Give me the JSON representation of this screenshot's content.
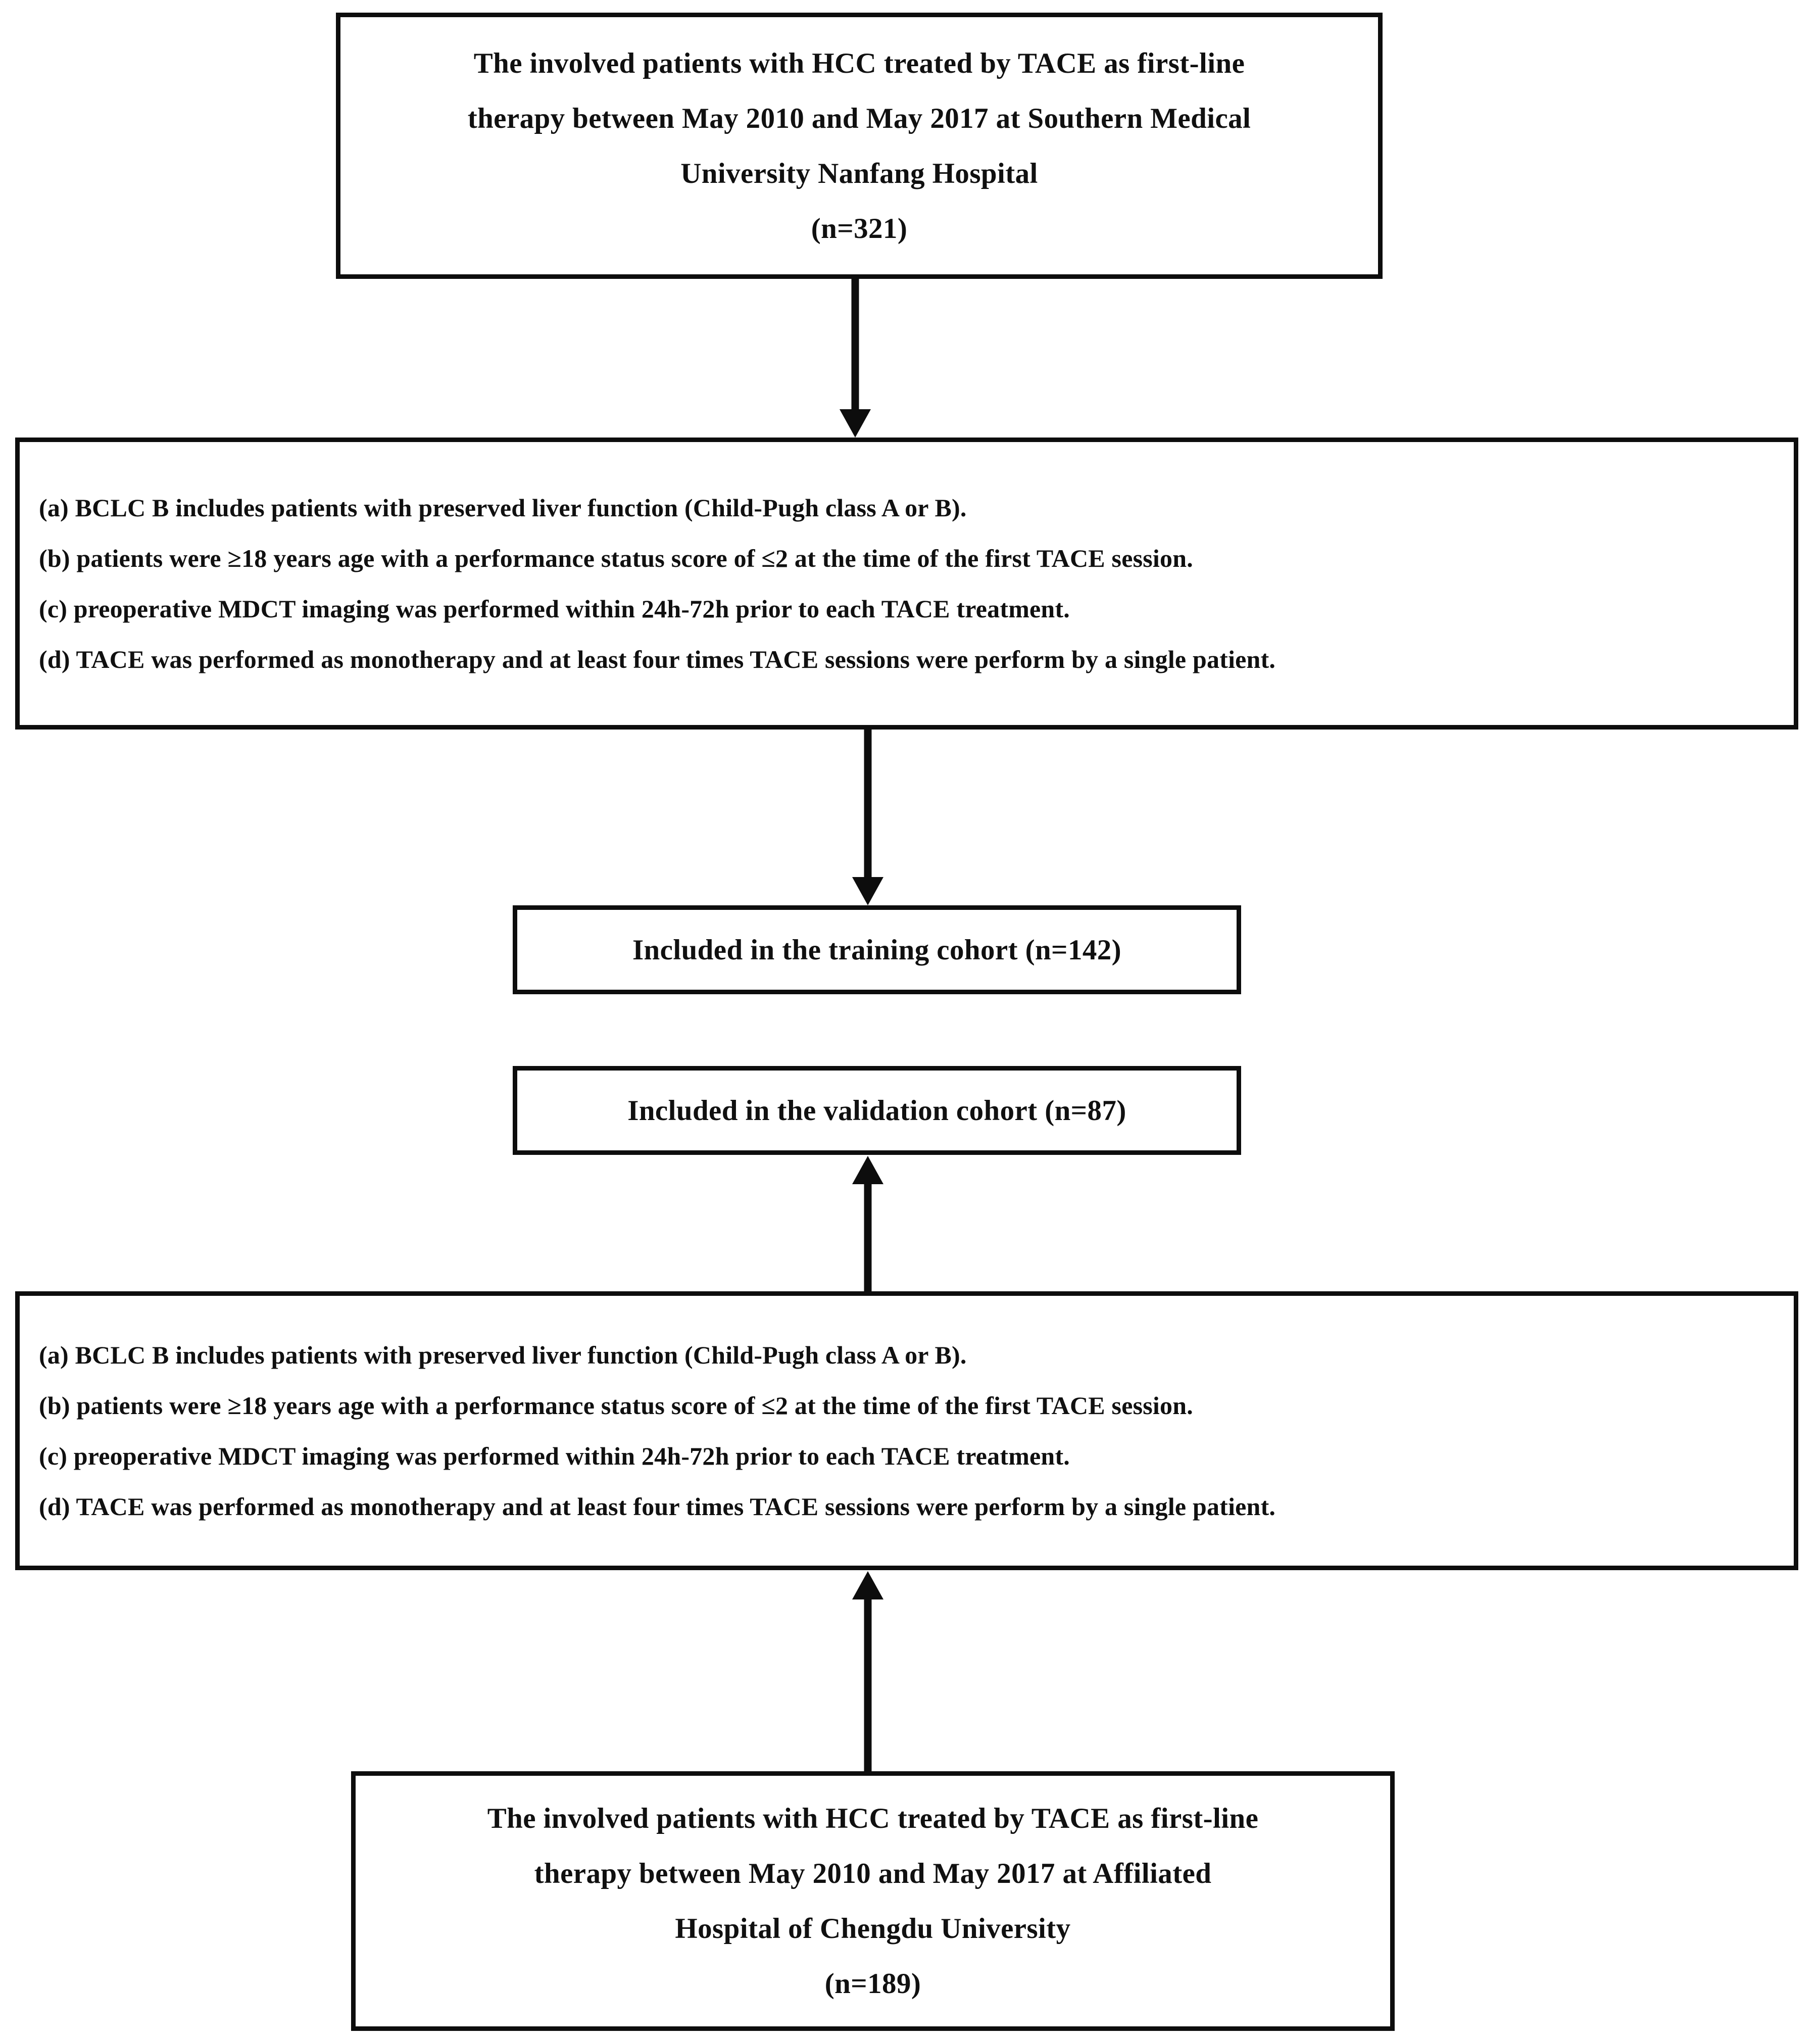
{
  "figure": {
    "type": "flowchart",
    "orientation": "vertical",
    "arrow_color": "#0d0d0d",
    "box_border_color": "#0d0d0d",
    "background_color": "#ffffff",
    "text_color": "#101010"
  },
  "nodes": {
    "source_top": {
      "name": "source-cohort-nanfang",
      "lines": [
        "The involved patients with HCC treated by TACE as first-line",
        "therapy between May 2010 and May 2017 at Southern Medical",
        "University Nanfang Hospital",
        "(n=321)"
      ],
      "count_label": "(n=321)",
      "count": 321
    },
    "criteria_top": {
      "name": "inclusion-criteria-top",
      "items": [
        "(a)  BCLC B includes patients with preserved liver function (Child-Pugh class A or B).",
        "(b) patients were ≥18 years age with a performance status score of ≤2 at the time of the first TACE session.",
        "(c) preoperative MDCT imaging was performed within 24h-72h prior to each TACE treatment.",
        "(d) TACE was performed as monotherapy and at least four times TACE sessions were perform by a single patient."
      ]
    },
    "training_cohort": {
      "name": "training-cohort",
      "label": "Included in the training cohort (n=142)",
      "count": 142
    },
    "validation_cohort": {
      "name": "validation-cohort",
      "label": "Included in the validation cohort (n=87)",
      "count": 87
    },
    "criteria_bottom": {
      "name": "inclusion-criteria-bottom",
      "items": [
        "(a)  BCLC B includes patients with preserved liver function (Child-Pugh class A or B).",
        "(b) patients were ≥18 years age with a performance status score of ≤2 at the time of the first TACE session.",
        "(c) preoperative MDCT imaging was performed within 24h-72h prior to each TACE treatment.",
        "(d) TACE was performed as monotherapy and at least four times TACE sessions were perform by a single patient."
      ]
    },
    "source_bottom": {
      "name": "source-cohort-chengdu",
      "lines": [
        "The involved patients with HCC treated by TACE as first-line",
        "therapy between May 2010 and May 2017 at Affiliated",
        "Hospital of Chengdu University",
        "(n=189)"
      ],
      "count_label": "(n=189)",
      "count": 189
    }
  },
  "connectors": [
    {
      "name": "arrow-source-top-to-criteria-top",
      "direction": "down"
    },
    {
      "name": "arrow-criteria-top-to-training",
      "direction": "down"
    },
    {
      "name": "arrow-criteria-bottom-to-validation",
      "direction": "up"
    },
    {
      "name": "arrow-source-bottom-to-criteria-bottom",
      "direction": "up"
    }
  ]
}
